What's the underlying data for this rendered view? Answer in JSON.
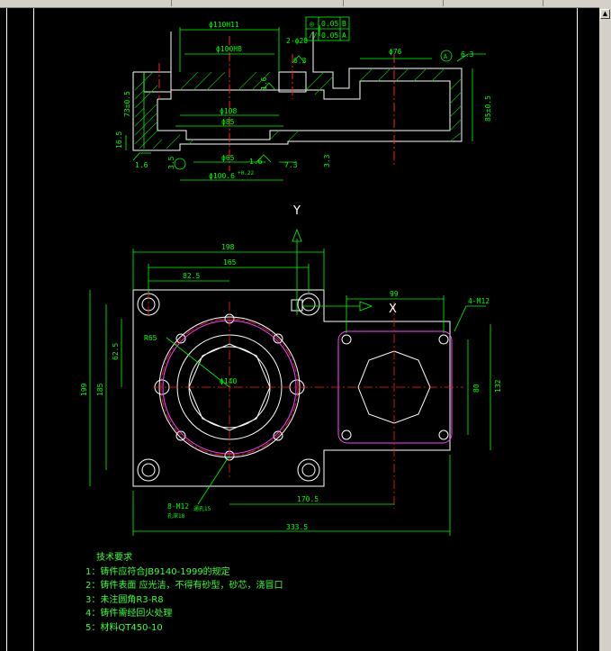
{
  "drawing": {
    "dimensions": {
      "top_bore": "ϕ110H11",
      "inner_bore": "ϕ100H8",
      "slot_width": "2-ϕ20",
      "right_bore": "ϕ76",
      "datum_a_label": "A",
      "surface_finish_top": "6.3",
      "surface_finish_right": "6.3",
      "surface_finish_left": "1.6",
      "flange_108": "ϕ108",
      "flange_85": "ϕ85",
      "hole_65": "ϕ65",
      "hole_100": "ϕ100.6",
      "tol_100": "+0.22",
      "height_left": "73±0.5",
      "height_right": "85±0.5",
      "step_16": "16.5",
      "step_35": "3.5",
      "step_33": "3.3",
      "step_73": "7.3",
      "step_16b": "1.6",
      "finish_ra": "1.6",
      "plan_198": "198",
      "plan_165": "165",
      "plan_825": "82.5",
      "plan_99": "99",
      "plan_4m12": "4-M12",
      "plan_625": "62.5",
      "plan_185": "185",
      "plan_199": "199",
      "plan_80": "80",
      "plan_132": "132",
      "plan_8m12": "8-M12",
      "plan_8m12_b": "通孔15",
      "plan_8m12_c": "孔深18",
      "plan_1705": "170.5",
      "plan_3335": "333.5",
      "plan_r65": "R65",
      "plan_140": "ϕ140",
      "axis_y": "Y",
      "axis_x": "X"
    },
    "tolerance_box": {
      "row1_symbol": "◎",
      "row1_value": "0.05",
      "row1_datum": "B",
      "row2_symbol": "//",
      "row2_value": "0.05",
      "row2_datum": "A"
    },
    "colors": {
      "line": "#ffffff",
      "dim": "#00ff00",
      "center": "#ff2020",
      "hatch": "#00ff00",
      "purple": "#ff40ff"
    }
  },
  "notes": {
    "title": "技术要求",
    "items": [
      "1：铸件应符合JB9140-1999的规定",
      "2：铸件表面  应光洁，不得有砂型，砂芯，浇冒口",
      "3：未注圆角R3-R8",
      "4：铸件需经回火处理",
      "5：材料QT450-10"
    ]
  }
}
